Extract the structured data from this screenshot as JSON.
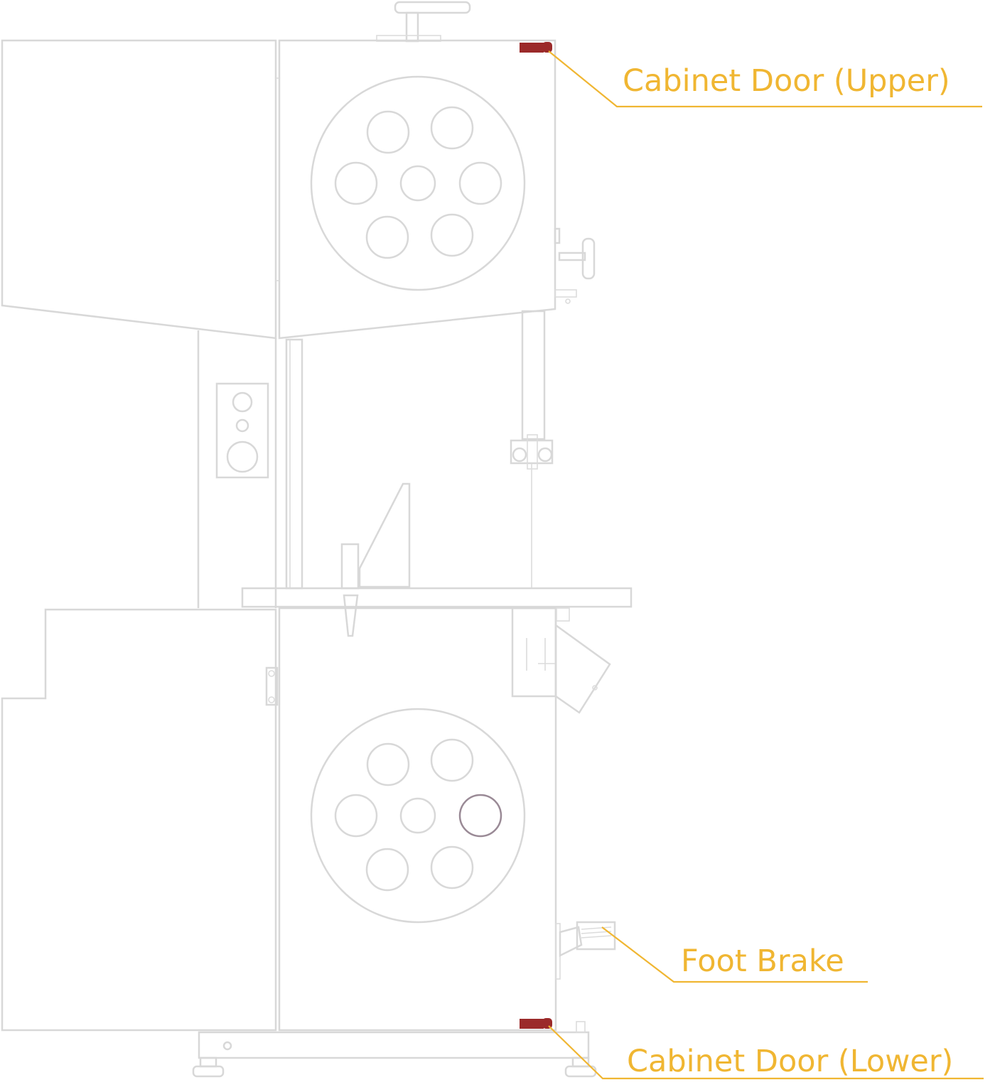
{
  "callouts": {
    "upper_door": "Cabinet Door (Upper)",
    "foot_brake": "Foot Brake",
    "lower_door": "Cabinet Door (Lower)"
  },
  "colors": {
    "outline": "#d8d8d8",
    "callout": "#f0b632",
    "latch": "#9b2a2a",
    "highlight_port": "#9a8a96"
  }
}
